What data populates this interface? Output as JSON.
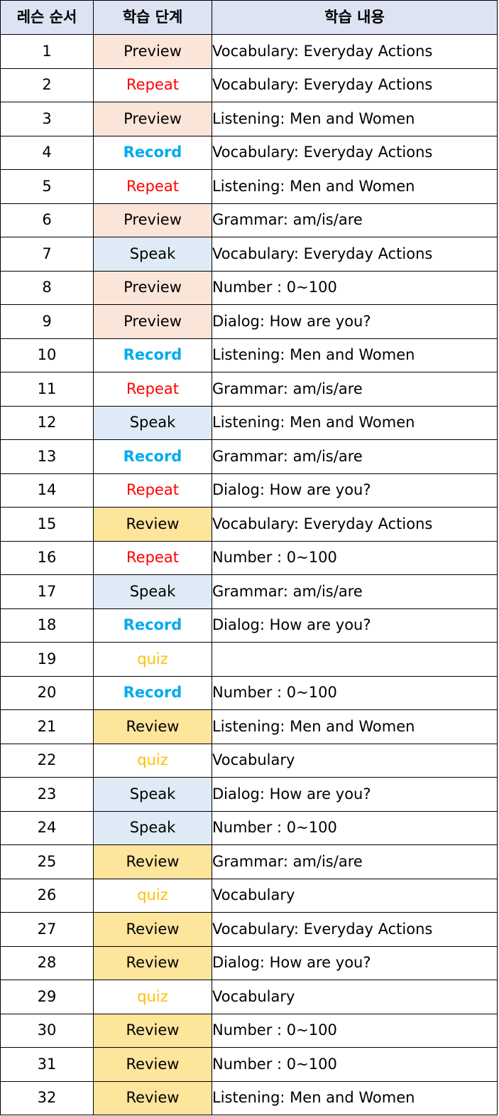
{
  "table": {
    "headers": [
      "레슨 순서",
      "학습 단계",
      "학습 내용"
    ],
    "rows": [
      {
        "order": "1",
        "stage": "Preview",
        "content": "Vocabulary: Everyday Actions"
      },
      {
        "order": "2",
        "stage": "Repeat",
        "content": "Vocabulary: Everyday Actions"
      },
      {
        "order": "3",
        "stage": "Preview",
        "content": "Listening: Men and Women"
      },
      {
        "order": "4",
        "stage": "Record",
        "content": "Vocabulary: Everyday Actions"
      },
      {
        "order": "5",
        "stage": "Repeat",
        "content": "Listening: Men and Women"
      },
      {
        "order": "6",
        "stage": "Preview",
        "content": "Grammar: am/is/are"
      },
      {
        "order": "7",
        "stage": "Speak",
        "content": "Vocabulary: Everyday Actions"
      },
      {
        "order": "8",
        "stage": "Preview",
        "content": "Number : 0~100"
      },
      {
        "order": "9",
        "stage": "Preview",
        "content": "Dialog: How are you?"
      },
      {
        "order": "10",
        "stage": "Record",
        "content": "Listening: Men and Women"
      },
      {
        "order": "11",
        "stage": "Repeat",
        "content": "Grammar: am/is/are"
      },
      {
        "order": "12",
        "stage": "Speak",
        "content": "Listening: Men and Women"
      },
      {
        "order": "13",
        "stage": "Record",
        "content": "Grammar: am/is/are"
      },
      {
        "order": "14",
        "stage": "Repeat",
        "content": "Dialog: How are you?"
      },
      {
        "order": "15",
        "stage": "Review",
        "content": "Vocabulary: Everyday Actions"
      },
      {
        "order": "16",
        "stage": "Repeat",
        "content": "Number : 0~100"
      },
      {
        "order": "17",
        "stage": "Speak",
        "content": "Grammar: am/is/are"
      },
      {
        "order": "18",
        "stage": "Record",
        "content": "Dialog: How are you?"
      },
      {
        "order": "19",
        "stage": "quiz",
        "content": ""
      },
      {
        "order": "20",
        "stage": "Record",
        "content": "Number : 0~100"
      },
      {
        "order": "21",
        "stage": "Review",
        "content": "Listening: Men and Women"
      },
      {
        "order": "22",
        "stage": "quiz",
        "content": "Vocabulary"
      },
      {
        "order": "23",
        "stage": "Speak",
        "content": "Dialog: How are you?"
      },
      {
        "order": "24",
        "stage": "Speak",
        "content": "Number : 0~100"
      },
      {
        "order": "25",
        "stage": "Review",
        "content": "Grammar: am/is/are"
      },
      {
        "order": "26",
        "stage": "quiz",
        "content": "Vocabulary"
      },
      {
        "order": "27",
        "stage": "Review",
        "content": "Vocabulary: Everyday Actions"
      },
      {
        "order": "28",
        "stage": "Review",
        "content": "Dialog: How are you?"
      },
      {
        "order": "29",
        "stage": "quiz",
        "content": "Vocabulary"
      },
      {
        "order": "30",
        "stage": "Review",
        "content": "Number : 0~100"
      },
      {
        "order": "31",
        "stage": "Review",
        "content": "Number : 0~100"
      },
      {
        "order": "32",
        "stage": "Review",
        "content": "Listening: Men and Women"
      }
    ]
  },
  "stage_colors": {
    "Preview": {
      "background": "#fbe4d8",
      "text": "#000000"
    },
    "Speak": {
      "background": "#deebf6",
      "text": "#000000"
    },
    "Review": {
      "background": "#fee59c",
      "text": "#000000"
    },
    "Repeat": {
      "background": "#ffffff",
      "text": "#ff0000"
    },
    "Record": {
      "background": "#ffffff",
      "text": "#00aaf0"
    },
    "quiz": {
      "background": "#ffffff",
      "text": "#ffbf00"
    }
  },
  "header_background": "#dde3f3"
}
